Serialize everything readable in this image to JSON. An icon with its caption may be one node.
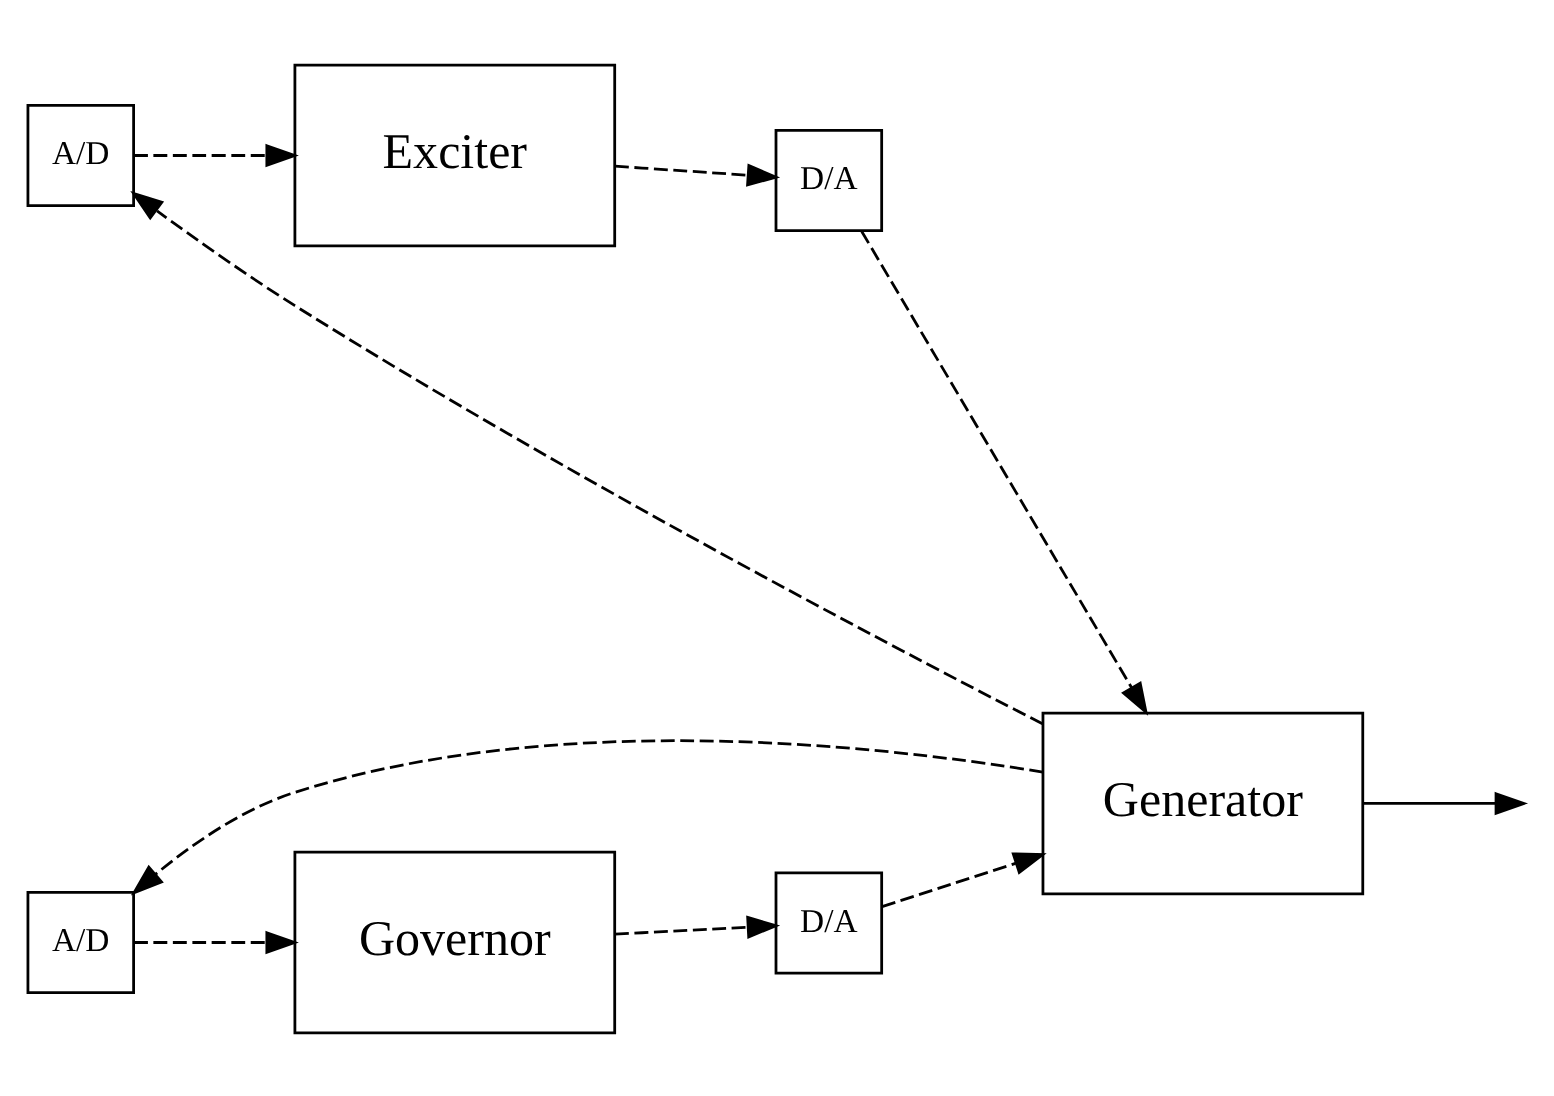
{
  "diagram": {
    "nodes": [
      {
        "text": [
          "A/D"
        ]
      },
      {
        "text": [
          "Exciter"
        ]
      },
      {
        "text": [
          "D/A"
        ]
      },
      {
        "text": [
          "Generator"
        ]
      },
      {
        "text": [
          "Governor"
        ]
      },
      {
        "text": [
          "D/A"
        ]
      },
      {
        "text": [
          "A/D"
        ]
      }
    ],
    "edges": [
      {
        "from": 3,
        "to": 0,
        "arrow": "to",
        "style": "dashed"
      },
      {
        "from": 0,
        "to": 1,
        "arrow": "to",
        "style": "dashed"
      },
      {
        "from": 1,
        "to": 2,
        "arrow": "to",
        "style": "dashed"
      },
      {
        "from": 2,
        "to": 3,
        "arrow": "to",
        "style": "dashed"
      },
      {
        "from": 4,
        "to": 5,
        "arrow": "to",
        "style": "dashed"
      },
      {
        "from": 5,
        "to": 3,
        "arrow": "to",
        "style": "dashed"
      },
      {
        "from": 3,
        "to": 6,
        "arrow": "to",
        "style": "dashed"
      },
      {
        "from": 6,
        "to": 4,
        "arrow": "to",
        "style": "dashed"
      },
      {
        "from": 3,
        "to": null,
        "arrow": "to"
      }
    ]
  }
}
